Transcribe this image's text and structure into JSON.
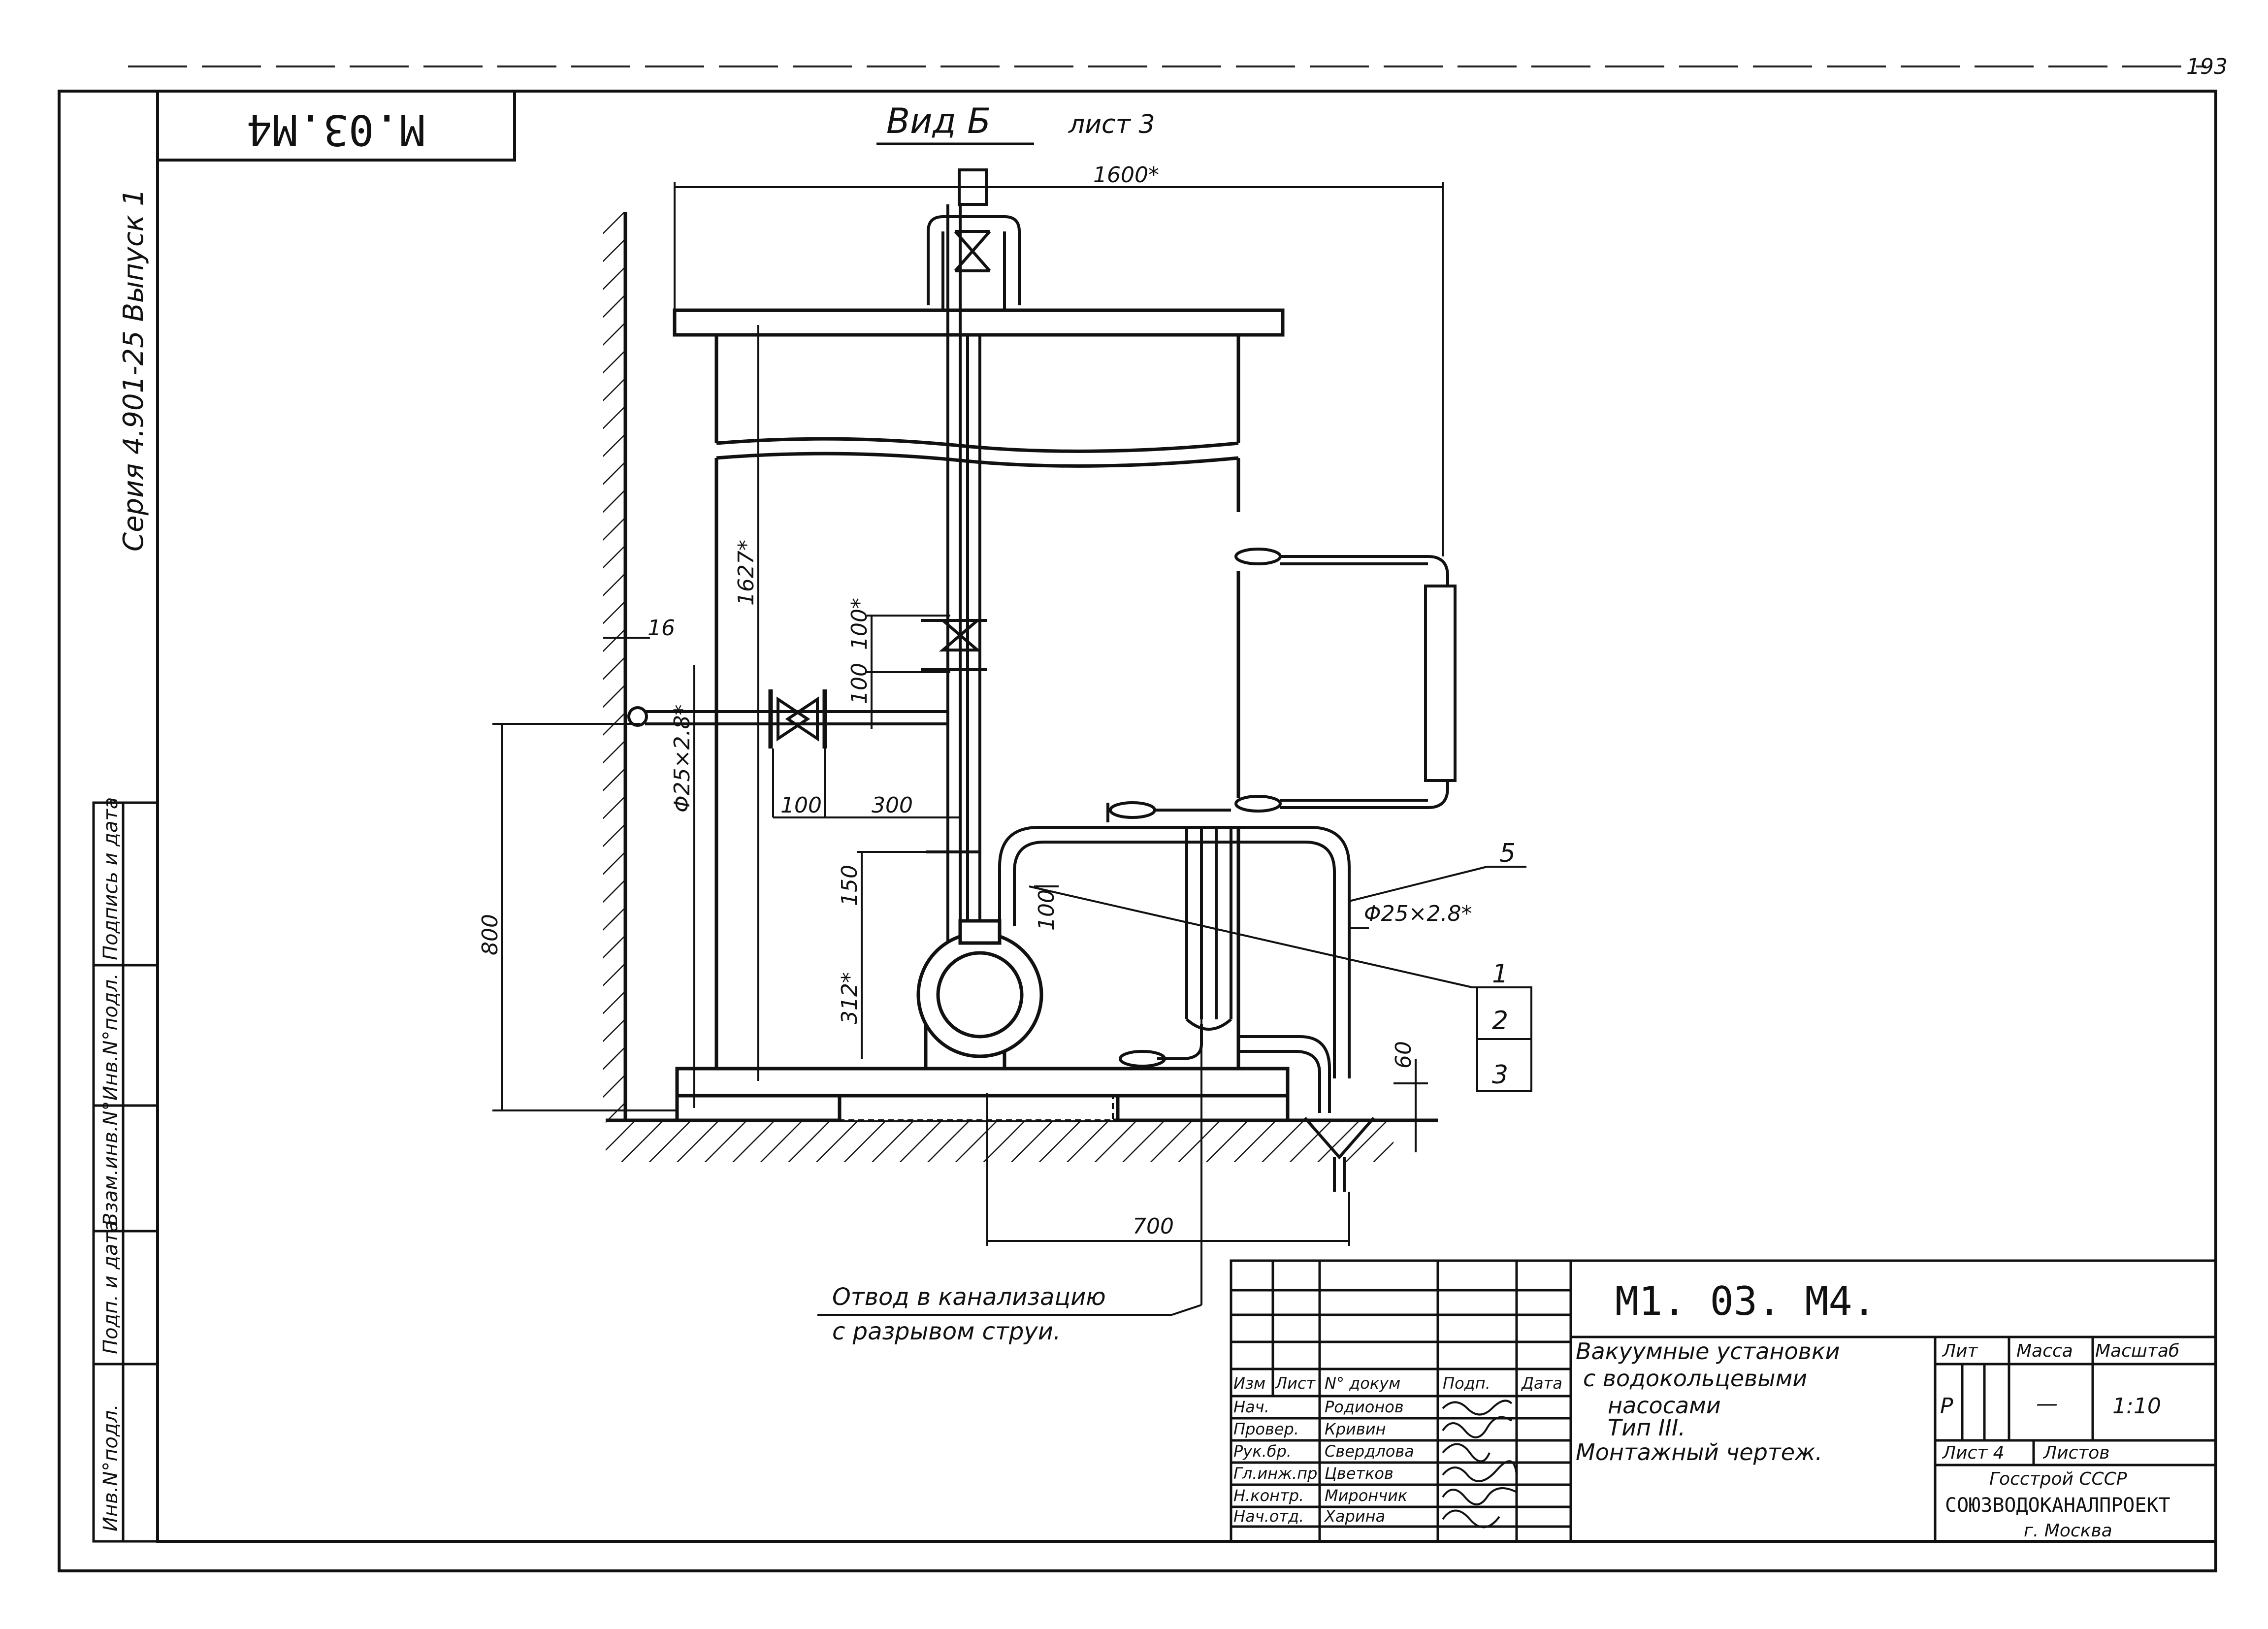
{
  "corner_page_number": "193",
  "top_left_code": "M.03.M4",
  "side_series": "Серия 4.901-25 Выпуск 1",
  "view_title": "Вид Б",
  "view_sheet_ref": "лист 3",
  "dimensions": {
    "d1600": "1600*",
    "d1627": "1627*",
    "d16": "16",
    "d100a": "100",
    "d100b": "100*",
    "pipe_left": "Φ25×2.8*",
    "d100c": "100",
    "d300": "300",
    "d150": "150",
    "d100d": "100",
    "d312": "312*",
    "d800": "800",
    "pipe_right": "Φ25×2.8*",
    "d60": "60",
    "d700": "700"
  },
  "callouts": [
    "5",
    "1",
    "2",
    "3"
  ],
  "drain_note": [
    "Отвод в канализацию",
    "с разрывом струи."
  ],
  "left_strip": [
    "Инв.N°подл.",
    "Подп. и дата",
    "Взам.инв.N°",
    "Инв.N°подл.",
    "Подпись и дата"
  ],
  "title_block": {
    "drawing_code": "M1. 03. M4.",
    "title_lines": [
      "Вакуумные установки",
      "с водокольцевыми",
      "насосами",
      "Тип III.",
      "Монтажный чертеж."
    ],
    "head": {
      "izm": "Изм",
      "list": "Лист",
      "doc": "N° докум",
      "sign": "Подп.",
      "date": "Дата"
    },
    "people": [
      {
        "role": "Нач.",
        "name": "Родионов"
      },
      {
        "role": "Провер.",
        "name": "Кривин"
      },
      {
        "role": "Рук.бр.",
        "name": "Свердлова"
      },
      {
        "role": "Гл.инж.пр.",
        "name": "Цветков"
      },
      {
        "role": "Н.контр.",
        "name": "Мирончик"
      },
      {
        "role": "Нач.отд.",
        "name": "Харина"
      }
    ],
    "lit_label": "Лит",
    "mass_label": "Масса",
    "scale_label": "Масштаб",
    "lit_value": "Р",
    "mass_value": "—",
    "scale_value": "1:10",
    "sheet_label": "Лист 4",
    "sheets_label": "Листов",
    "org1": "Госстрой СССР",
    "org2": "СОЮЗВОДОКАНАЛПРОЕКТ",
    "org3": "г. Москва"
  }
}
